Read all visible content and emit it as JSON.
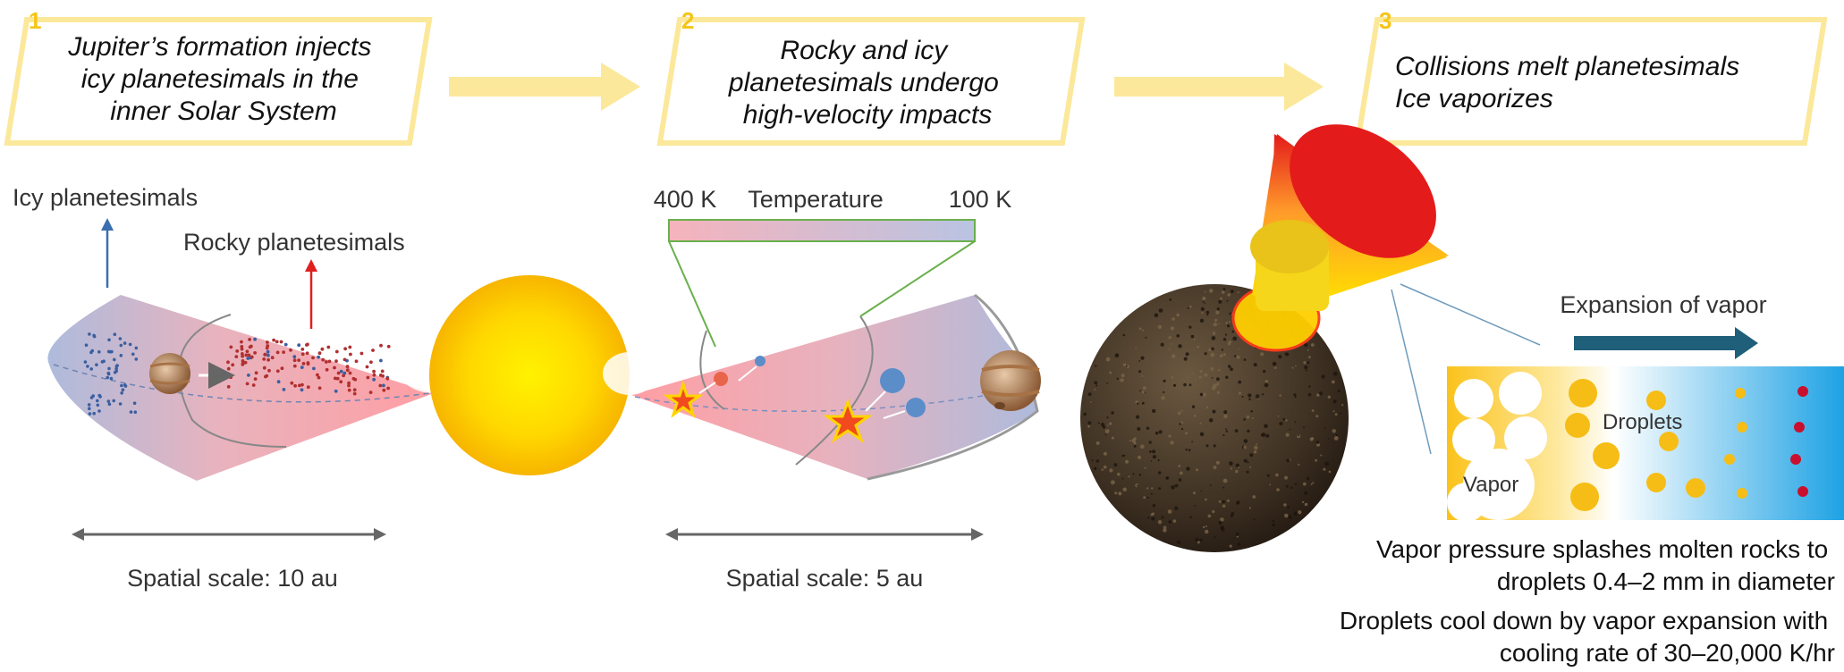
{
  "steps": [
    {
      "number": "1",
      "title_lines": [
        "Jupiter’s formation injects",
        "icy planetesimals in the",
        "inner Solar System"
      ]
    },
    {
      "number": "2",
      "title_lines": [
        "Rocky and icy",
        "planetesimals undergo",
        "high-velocity impacts"
      ]
    },
    {
      "number": "3",
      "title_lines": [
        "Collisions melt planetesimals",
        "Ice vaporizes"
      ]
    }
  ],
  "panel1": {
    "icy_label": "Icy planetesimals",
    "rocky_label": "Rocky planetesimals",
    "scale_label": "Spatial scale: 10 au"
  },
  "panel2": {
    "temp_hot": "400 K",
    "temp_title": "Temperature",
    "temp_cold": "100 K",
    "scale_label": "Spatial scale: 5 au"
  },
  "panel3": {
    "expansion_label": "Expansion of vapor",
    "droplets_label": "Droplets",
    "vapor_label": "Vapor",
    "note1_lines": [
      "Vapor pressure splashes molten rocks to",
      "droplets 0.4–2  mm in diameter"
    ],
    "note2_lines": [
      "Droplets cool down by vapor expansion with",
      "cooling rate of 30–20,000 K/hr"
    ]
  },
  "colors": {
    "step_box": "#fbe89a",
    "step_number": "#f5c518",
    "icy_arrow": "#3a6fb0",
    "rocky_arrow": "#e02020",
    "sun": "#ffd400",
    "collision_star": "#f04a1e",
    "temp_bar_border": "#6ab04c",
    "expansion_arrow": "#1f5f7a",
    "droplet": "#f6bd16",
    "hot_droplet": "#c8102e"
  },
  "icons": [
    "jupiter-icon",
    "sun-icon",
    "collision-star-icon",
    "planetesimal-body-icon",
    "heat-cone-icon"
  ]
}
